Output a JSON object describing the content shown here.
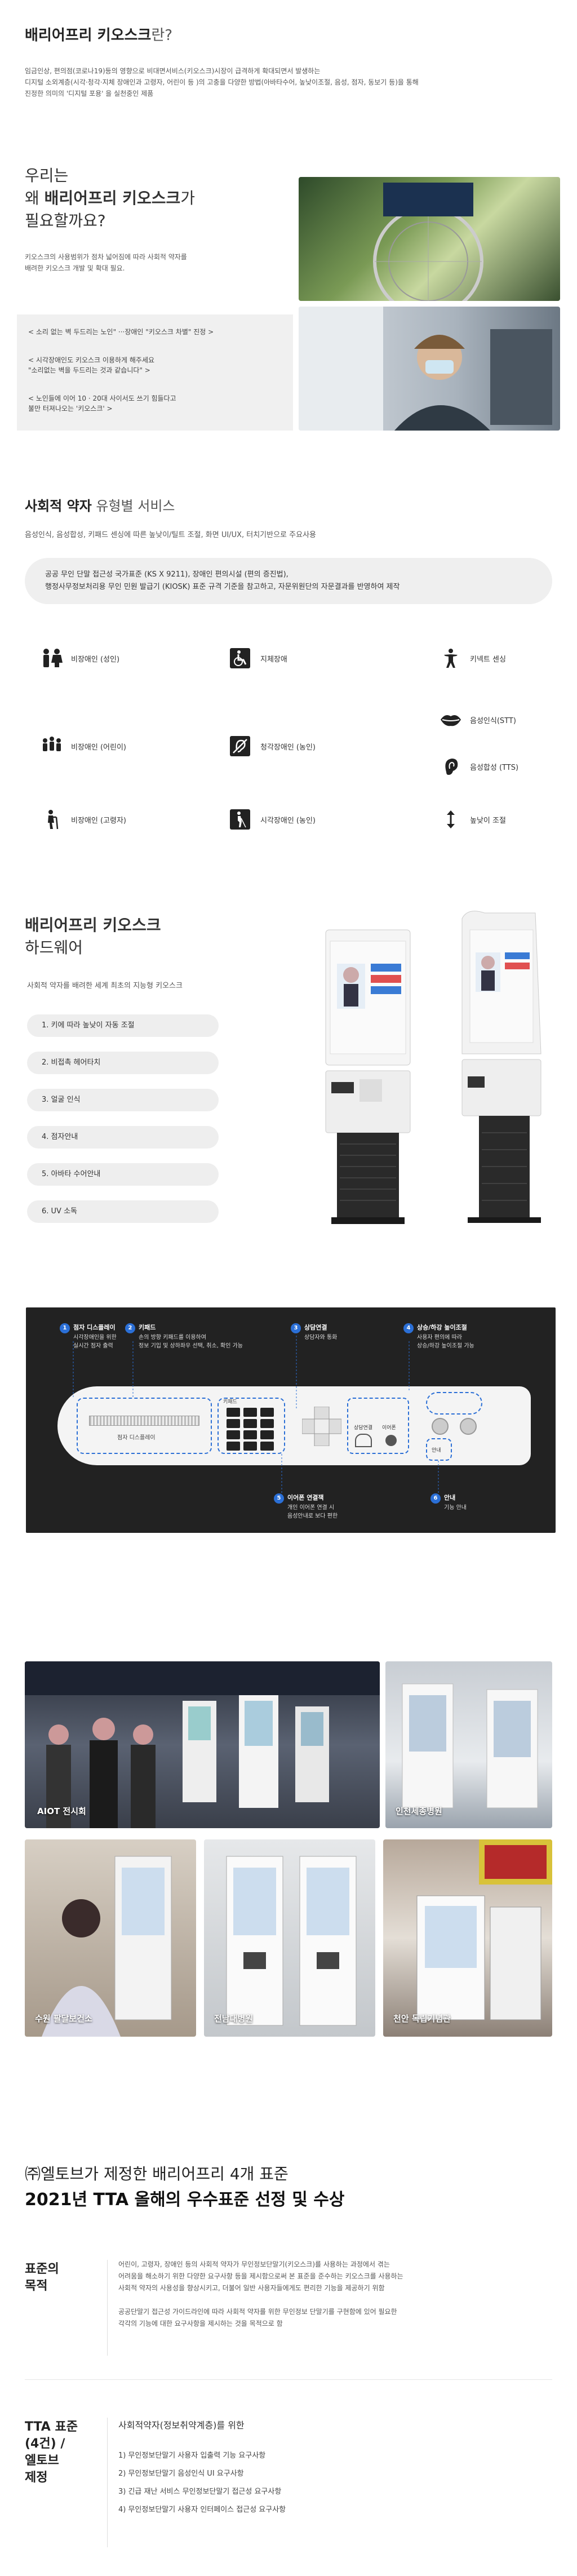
{
  "intro": {
    "title_bold": "배리어프리 키오스크",
    "title_rest": "란?",
    "lines": [
      "임금인상, 편의점(코로나19)등의 영향으로 비대면서비스(키오스크)시장이 급격하게 확대되면서 발생하는",
      "디지털 소외계층(시각·청각·지체 장애인과 고령자, 어린이 등 )의 고충을 다양한 방법(아바타수어, 높낮이조절, 음성, 점자, 동보기 등)을 통해",
      "진정한 의미의 '디지털 포용' 을 실천중인 제품"
    ]
  },
  "why": {
    "line1": "우리는",
    "line2_pre": "왜 ",
    "line2_bold": "배리어프리 키오스크",
    "line2_post": "가",
    "line3": "필요할까요?",
    "desc": [
      "키오스크의 사용범위가 점차 넓어짐에 따라 사회적 약자를",
      "배려한 키오스크 개발 및 확대 필요."
    ],
    "quotes": [
      "< 소리 없는 벽 두드리는 노인\" ···장애인 \"키오스크 차별\" 진정 >",
      "< 시각장애인도 키오스크 이용하게 해주세요",
      "\"소리없는 벽을 두드리는 것과 같습니다\" >",
      "< 노인들에 이어 10 · 20대 사이서도 쓰기 힘들다고",
      "불만 터져나오는 '키오스크' >"
    ]
  },
  "services": {
    "title_bold": "사회적 약자",
    "title_rest": " 유형별 서비스",
    "subtitle": "음성인식, 음성합성, 키패드 센싱에 따른 높낮이/틸트 조절, 화면 UI/UX, 터치기반으로 주요사용",
    "bar": [
      "공공 무인 단말 접근성 국가표준 (KS X 9211), 장애인 편의시설 (편의 증진법),",
      "행정사무정보처리용 무인 민원 발급기 (KIOSK) 표준 규격 기준을 참고하고, 자문위원단의 자문결과를 반영하여 제작"
    ],
    "items": [
      {
        "label": "비장애인 (성인)"
      },
      {
        "label": "지체장애"
      },
      {
        "label": "키넥트 센싱"
      },
      {
        "label": "음성인식(STT)"
      },
      {
        "label": "비장애인 (어린이)"
      },
      {
        "label": "청각장애인 (농인)"
      },
      {
        "label": "음성합성 (TTS)"
      },
      {
        "label": "비장애인 (고령자)"
      },
      {
        "label": "시각장애인 (농인)"
      },
      {
        "label": "높낮이 조절"
      }
    ]
  },
  "hardware": {
    "title_bold": "배리어프리 키오스크",
    "title_rest": "하드웨어",
    "subtitle": "사회적 약자를 배려한 세계 최초의 지능형 키오스크",
    "items": [
      "1. 키에 따라 높낮이 자동 조절",
      "2. 비접촉 헤어타치",
      "3. 얼굴 인식",
      "4. 점자안내",
      "5. 아바타 수어안내",
      "6. UV 소독"
    ]
  },
  "diagram": {
    "callouts": [
      {
        "n": "1",
        "title": "점자 디스플레이",
        "desc": [
          "시각장애인을 위한",
          "실시간 점자 출력"
        ]
      },
      {
        "n": "2",
        "title": "키패드",
        "desc": [
          "손의 방향 키패드를 이용하여",
          "정보 기입 및 상하좌우 선택, 취소, 확인 가능"
        ]
      },
      {
        "n": "3",
        "title": "상담연결",
        "desc": [
          "상담자와 통화"
        ]
      },
      {
        "n": "4",
        "title": "상승/하강 높이조절",
        "desc": [
          "사용자 편의에 따라",
          "상승/하강 높이조절 가능"
        ]
      },
      {
        "n": "5",
        "title": "이어폰 연결잭",
        "desc": [
          "개인 이어폰 연결 시",
          "음성안내로 보다 편한"
        ]
      },
      {
        "n": "6",
        "title": "안내",
        "desc": [
          "기능 안내"
        ]
      }
    ],
    "braille_label": "점자 디스플레이",
    "keypad_label": "키패드",
    "consult_label": "상담연결",
    "earphone_label": "이어폰",
    "guide_label": "안내"
  },
  "photos": {
    "captions": [
      "AIOT 전시회",
      "인천세종병원",
      "수원 팔달보건소",
      "전남대병원",
      "천안 독립기념관"
    ]
  },
  "standards": {
    "line1": "㈜엘토브가 제정한 배리어프리 4개 표준",
    "line2": "2021년 TTA 올해의 우수표준 선정 및 수상",
    "purpose_title": [
      "표준의",
      "목적"
    ],
    "purpose_text": [
      "어린이, 고령자, 장애인 등의 사회적 약자가 무인정보단말기(키오스크)를 사용하는 과정에서 겪는",
      "어려움을 해소하기 위한 다양한 요구사항 등을 제시함으로써 본 표준을 준수하는 키오스크를 사용하는",
      "사회적 약자의 사용성을 향상시키고, 더불어 일반 사용자들에게도 편리한 기능을 제공하기 위함",
      "",
      "공공단말기 접근성 가이드라인에 따라 사회적 약자를 위한 무인정보 단말기를 구현함에 있어 필요한",
      "각각의 기능에 대한 요구사항을 제시하는 것을 목적으로 함"
    ],
    "tta_title": [
      "TTA 표준",
      "(4건) /",
      "엘토브",
      "제정"
    ],
    "tta_head": "사회적약자(정보취약계층)를 위한",
    "tta_list": [
      "1) 무인정보단말기 사용자 입출력 기능 요구사항",
      "2) 무인정보단말기 음성인식 UI 요구사항",
      "3) 긴급 재난 서비스 무인정보단말기 접근성 요구사항",
      "4) 무인정보단말기 사용자 인터페이스 접근성 요구사항"
    ]
  }
}
